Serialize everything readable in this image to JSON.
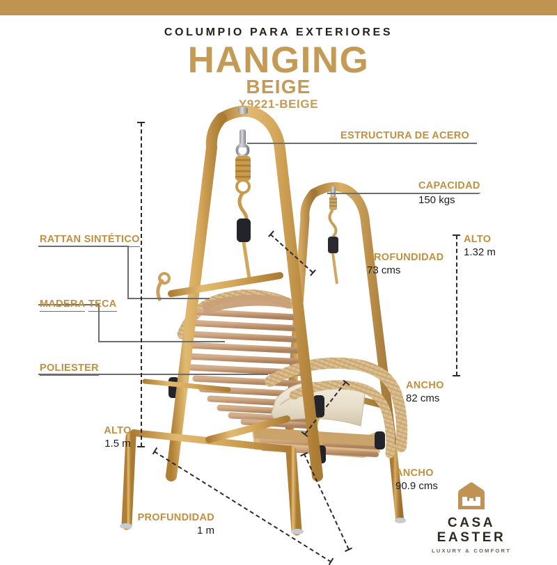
{
  "theme": {
    "gold": "#c49a55",
    "gold_dark": "#c08f3f",
    "bar_gold": "#bf9451",
    "ink": "#231f1c",
    "leader_gray": "#6d6d6d",
    "dash_black": "#2b2b2b",
    "background": "#ffffff"
  },
  "header": {
    "kicker": "COLUMPIO PARA EXTERIORES",
    "title": "HANGING",
    "subtitle": "BEIGE",
    "sku": "Y9221-BEIGE"
  },
  "callouts": {
    "steel": {
      "title": "ESTRUCTURA DE ACERO"
    },
    "capacity": {
      "title": "CAPACIDAD",
      "value": "150 kgs"
    },
    "rattan": {
      "title_line1": "RATTAN",
      "title_line2": "SINTÉTICO"
    },
    "teak": {
      "title_line1": "MADERA",
      "title_line2": "TECA"
    },
    "polyester": {
      "title": "POLIESTER"
    }
  },
  "dimensions": {
    "seat_depth": {
      "title": "PROFUNDIDAD",
      "value": "73 cms"
    },
    "seat_height": {
      "title": "ALTO",
      "value": "1.32 m"
    },
    "seat_width": {
      "title": "ANCHO",
      "value": "82 cms"
    },
    "frame_height": {
      "title": "ALTO",
      "value": "1.5 m"
    },
    "frame_depth": {
      "title": "PROFUNDIDAD",
      "value": "1 m"
    },
    "frame_width": {
      "title": "ANCHO",
      "value": "90.9 cms"
    }
  },
  "brand": {
    "name": "CASA EASTER",
    "tagline": "LUXURY & COMFORT",
    "logo_icon": "house-arch-icon"
  },
  "product": {
    "alt": "beige hanging porch swing with steel A-frame, teak wood slat seat, synthetic rattan arms and polyester cushion"
  }
}
